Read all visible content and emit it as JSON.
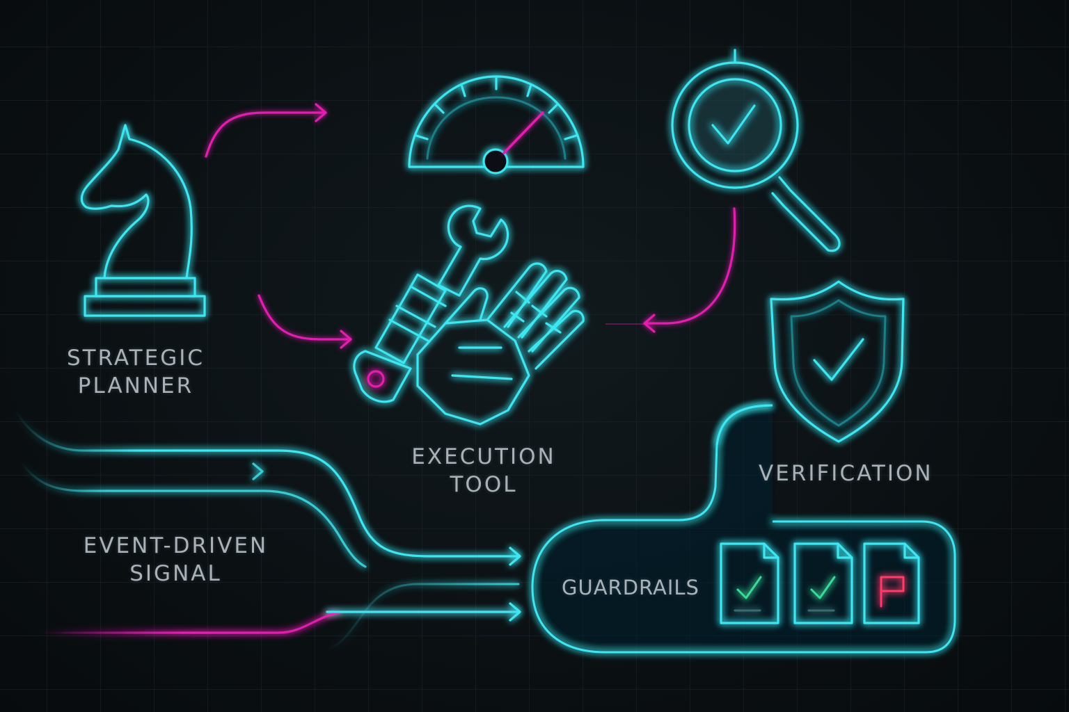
{
  "colors": {
    "background": "#0b1114",
    "neon_cyan": "#3ee6f0",
    "neon_magenta": "#e41fb0",
    "label_gray": "#a9b2b8",
    "check_green": "#3bd99a",
    "flag_red": "#ff3b6b"
  },
  "nodes": {
    "strategic_planner": {
      "line1": "STRATEGIC",
      "line2": "PLANNER",
      "icon": "chess-knight-icon"
    },
    "execution_tool": {
      "line1": "EXECUTION",
      "line2": "TOOL",
      "icon": "robot-hand-wrench-icon",
      "gauge_icon": "speedometer-icon"
    },
    "verification": {
      "line1": "VERIFICATION",
      "icon": "magnifier-check-icon",
      "shield_icon": "shield-check-icon"
    },
    "event_driven_signal": {
      "line1": "EVENT-DRIVEN",
      "line2": "SIGNAL",
      "icon": "signal-streams-icon"
    },
    "guardrails": {
      "line1": "GUARDRAILS",
      "documents": [
        "document-check-icon",
        "document-check-icon",
        "document-flag-icon"
      ]
    }
  }
}
